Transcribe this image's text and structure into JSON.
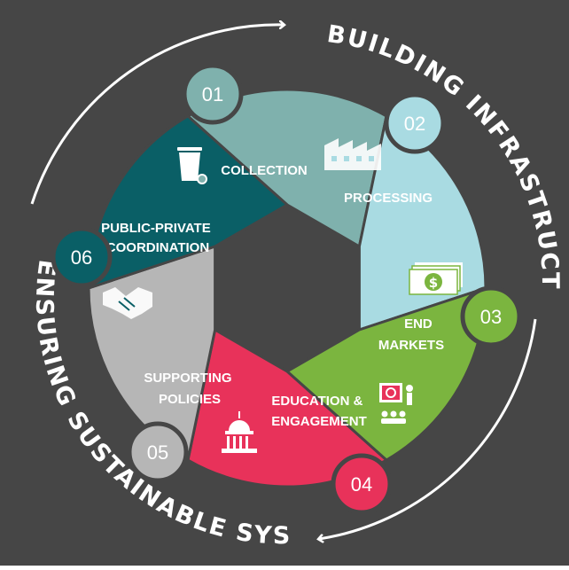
{
  "title_top": "BUILDING INFRASTRUCTURE",
  "title_bottom": "ENSURING SUSTAINABLE SYSTEM",
  "colors": {
    "background": "#464646",
    "collection": "#7fb1ad",
    "processing": "#a9dbe2",
    "end_markets": "#7bb53f",
    "education": "#e8325a",
    "policies": "#b6b6b6",
    "coordination": "#0a5f66"
  },
  "segments": [
    {
      "number": "01",
      "label_lines": [
        "COLLECTION"
      ],
      "icon": "trash-bin-icon"
    },
    {
      "number": "02",
      "label_lines": [
        "PROCESSING"
      ],
      "icon": "factory-icon"
    },
    {
      "number": "03",
      "label_lines": [
        "END",
        "MARKETS"
      ],
      "icon": "money-stack-icon"
    },
    {
      "number": "04",
      "label_lines": [
        "EDUCATION &",
        "ENGAGEMENT"
      ],
      "icon": "presentation-icon"
    },
    {
      "number": "05",
      "label_lines": [
        "SUPPORTING",
        "POLICIES"
      ],
      "icon": "capitol-building-icon"
    },
    {
      "number": "06",
      "label_lines": [
        "PUBLIC-PRIVATE",
        "COORDINATION"
      ],
      "icon": "handshake-icon"
    }
  ]
}
